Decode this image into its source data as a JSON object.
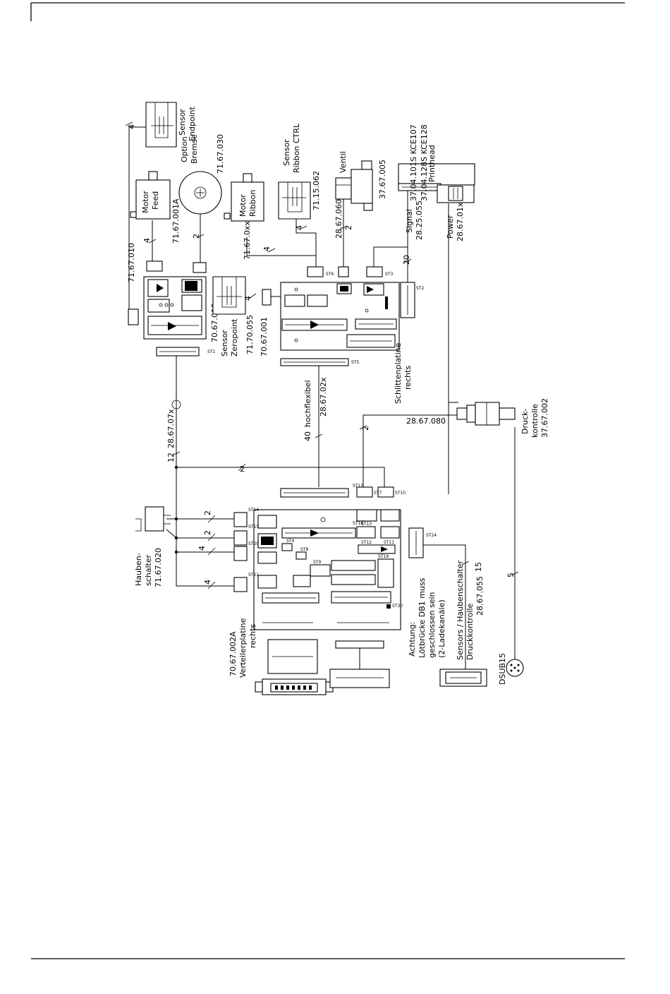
{
  "components": {
    "sensor_endpoint": {
      "label_a": "Sensor",
      "label_b": "Endpoint"
    },
    "option_bremse": {
      "label_a": "Option",
      "label_b": "Bremse",
      "part": "71.67.030"
    },
    "sensor_ribbon_ctrl": {
      "label_a": "Sensor",
      "label_b": "Ribbon CTRL",
      "part": "71.15.062"
    },
    "ventil": {
      "label": "Ventil",
      "part": "37.67.005"
    },
    "printhead": {
      "label": "Printhead",
      "part_a": "37.04.128S KCE128",
      "part_b": "37.04.101S KCE107"
    },
    "motor_feed": {
      "label_a": "Motor",
      "label_b": "Feed",
      "part": "71.67.001A"
    },
    "motor_ribbon": {
      "label_a": "Motor",
      "label_b": "Ribbon",
      "part": "71.67.0xx"
    },
    "sensor_zeropoint": {
      "label_a": "Sensor",
      "label_b": "Zeropoint",
      "part": "71.70.055"
    },
    "board_left_top": {
      "part": "70.67.015"
    },
    "schlittenplatine": {
      "label_a": "Schlittenplatine",
      "label_b": "rechts",
      "part": "70.67.001"
    },
    "druckkontrolle": {
      "label_a": "Druck-",
      "label_b": "kontrolle",
      "part": "37.67.002"
    },
    "haubenschalter": {
      "label_a": "Hauben-",
      "label_b": "schalter",
      "part": "71.67.020"
    },
    "verteilerplatine": {
      "part": "70.67.002A",
      "label_a": "Verteilerplatine",
      "label_b": "rechts"
    },
    "dsub15": {
      "label": "DSUB15"
    },
    "sensors_cable": {
      "label_a": "Sensors / Haubenschalter",
      "label_b": "Druckkontrolle",
      "part": "28.67.055",
      "count": "15"
    }
  },
  "cables": {
    "c_71_67_010": {
      "part": "71.67.010",
      "count": "4"
    },
    "c_motor_feed": {
      "count": "4"
    },
    "c_bremse": {
      "count": "2"
    },
    "c_motor_ribbon": {
      "count": "4"
    },
    "c_sensor_ribbon": {
      "count": "4"
    },
    "c_ventil": {
      "part": "28.67.060",
      "count": "2"
    },
    "c_signal": {
      "label": "Signal",
      "part": "28.25.055",
      "count": "20"
    },
    "c_power": {
      "label": "Power",
      "part": "28.67.01x"
    },
    "c_zeropoint": {
      "count": "4"
    },
    "c_28_67_07x": {
      "part": "28.67.07x",
      "count": "12"
    },
    "c_hochflexibel": {
      "count": "40",
      "label": "hochflexibel",
      "part": "28.67.02x"
    },
    "c_druck": {
      "part": "28.67.080",
      "count": "2"
    },
    "c_loop2": {
      "count": "2"
    },
    "c_haub_a": {
      "count": "2"
    },
    "c_haub_b": {
      "count": "2"
    },
    "c_haub_c": {
      "count": "4"
    },
    "c_haub_d": {
      "count": "4"
    },
    "c_dsub": {
      "count": "5"
    }
  },
  "connectors": {
    "st1": "ST1",
    "st2": "ST2",
    "st3": "ST3",
    "st4": "ST4",
    "st5": "ST5",
    "st6": "ST6",
    "st7": "ST7",
    "st8": "ST8",
    "st9": "ST9",
    "st10": "ST10",
    "st11": "ST11",
    "st12": "ST12",
    "st13": "ST13",
    "st14": "ST14",
    "st15": "ST15",
    "st16": "ST16",
    "st17": "ST17",
    "st19": "ST19",
    "st20": "ST20",
    "st21": "ST21",
    "st24": "ST24",
    "st30": "ST30"
  },
  "note": {
    "line1": "Achtung:",
    "line2": "Lötbrücke DB1 muss",
    "line3": "geschlossen sein",
    "line4": "(2-Ladekanäle)"
  }
}
